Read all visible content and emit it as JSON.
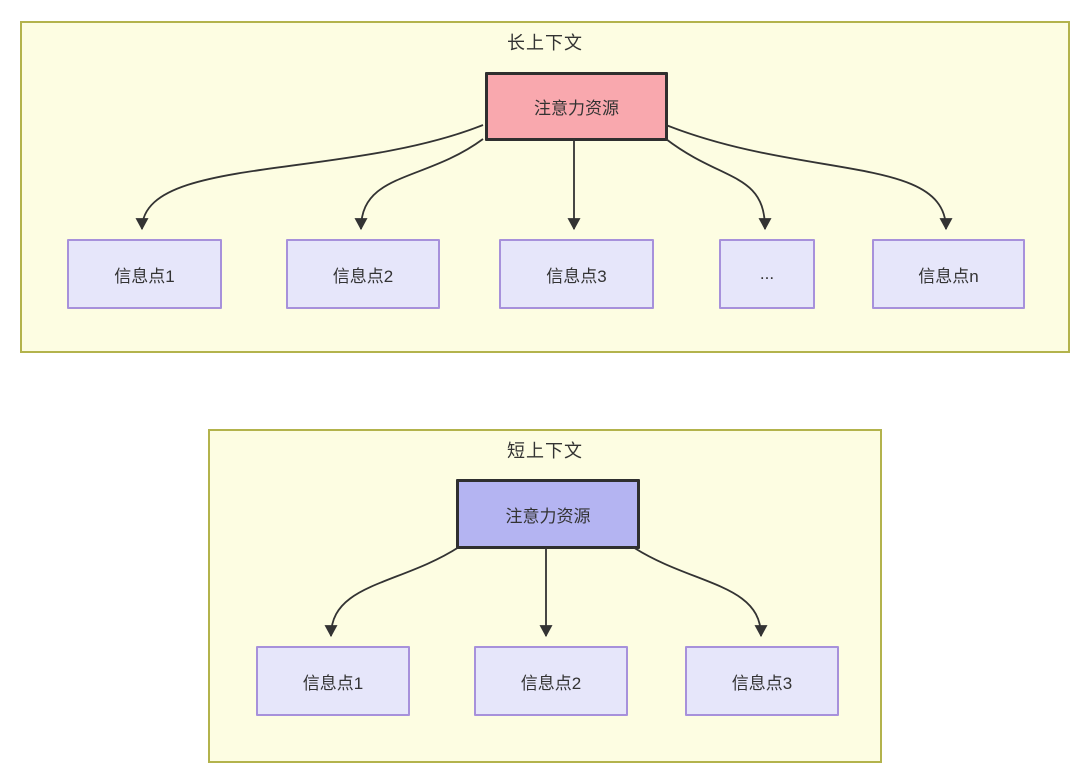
{
  "diagram_long": {
    "title": "长上下文",
    "attention_label": "注意力资源",
    "info_points": [
      "信息点1",
      "信息点2",
      "信息点3",
      "...",
      "信息点n"
    ]
  },
  "diagram_short": {
    "title": "短上下文",
    "attention_label": "注意力资源",
    "info_points": [
      "信息点1",
      "信息点2",
      "信息点3"
    ]
  },
  "colors": {
    "container_fill": "#FDFDE2",
    "container_border": "#B3B34C",
    "attention_long_fill": "#F9A8AE",
    "attention_short_fill": "#B4B4F2",
    "attention_border": "#2F2F2F",
    "info_fill": "#E6E6FA",
    "info_border": "#A791DB",
    "line": "#333333",
    "text": "#333333",
    "background": "#FFFFFF"
  }
}
